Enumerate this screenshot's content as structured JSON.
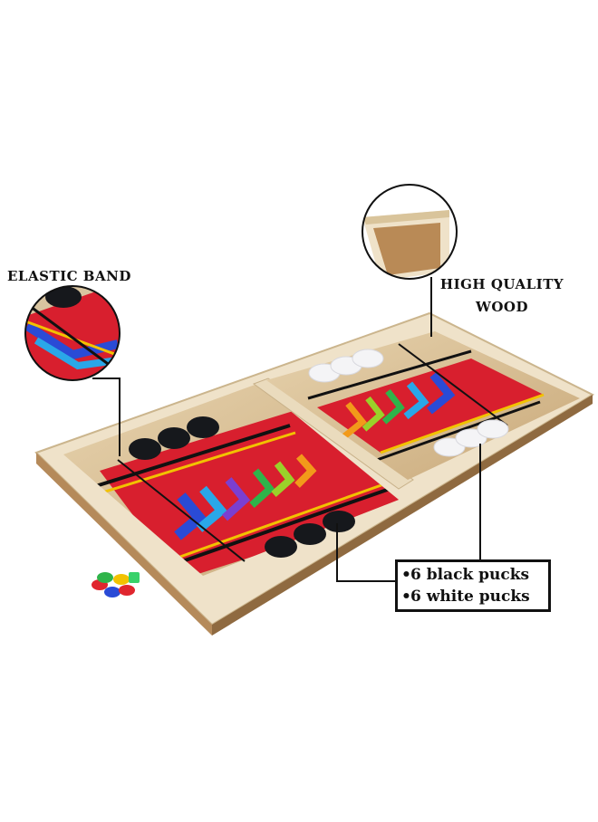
{
  "labels": {
    "elastic_band": "Elastic Band",
    "wood_line1": "High Quality",
    "wood_line2": "Wood"
  },
  "pucks_box": {
    "line1": "6 black pucks",
    "line2": "6 white pucks"
  },
  "colors": {
    "wood_frame": "#efe2c9",
    "wood_board": "#d9c19b",
    "graphic_red": "#d81f2e",
    "puck_black": "#16181c",
    "puck_white": "#f4f4f6"
  }
}
